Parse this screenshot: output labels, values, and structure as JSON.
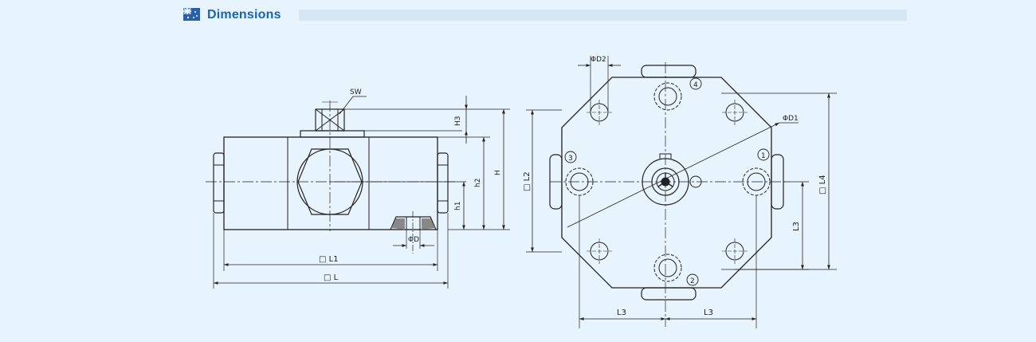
{
  "header": {
    "title": "Dimensions",
    "icon": "flag-icon"
  },
  "drawing": {
    "front_view": {
      "labels": {
        "sw": "SW",
        "h3": "H3",
        "h2": "h2",
        "h": "H",
        "h1": "h1",
        "phi_d": "ΦD",
        "l1": "□ L1",
        "l": "□ L"
      }
    },
    "top_view": {
      "labels": {
        "phi_d2": "ΦD2",
        "phi_d1": "ΦD1",
        "l2": "□ L2",
        "l4": "□ L4",
        "l3_vertical": "L3",
        "l3_left": "L3",
        "l3_right": "L3"
      },
      "port_numbers": [
        "1",
        "2",
        "3",
        "4"
      ]
    }
  },
  "colors": {
    "background": "#e7f3fd",
    "title": "#1a64ad",
    "title_bar": "#d6e6f3",
    "line": "#222222"
  }
}
